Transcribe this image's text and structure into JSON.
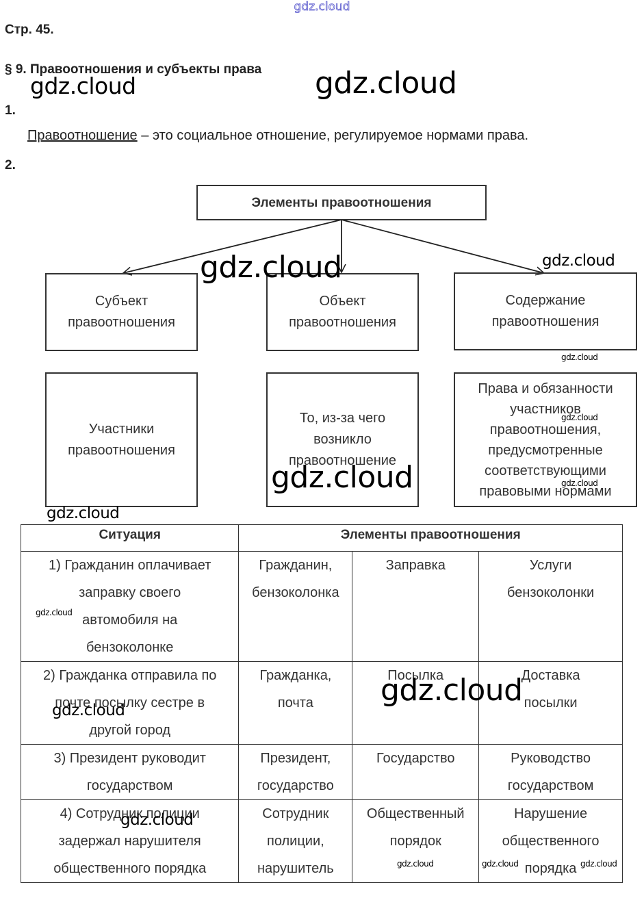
{
  "watermark": "gdz.cloud",
  "page_label": "Стр. 45.",
  "section_title": "§ 9. Правоотношения и субъекты права",
  "task1": {
    "number": "1.",
    "term": "Правоотношение",
    "definition": " – это социальное отношение, регулируемое нормами права."
  },
  "task2": {
    "number": "2.",
    "diagram": {
      "root": "Элементы правоотношения",
      "elements": [
        {
          "title_line1": "Субъект",
          "title_line2": "правоотношения",
          "description": [
            "Участники",
            "правоотношения"
          ]
        },
        {
          "title_line1": "Объект",
          "title_line2": "правоотношения",
          "description": [
            "То, из-за чего",
            "возникло",
            "правоотношение"
          ]
        },
        {
          "title_line1": "Содержание",
          "title_line2": "правоотношения",
          "description": [
            "Права и обязанности",
            "участников",
            "правоотношения,",
            "предусмотренные",
            "соответствующими",
            "правовыми нормами"
          ]
        }
      ]
    }
  },
  "table": {
    "headers": {
      "situation": "Ситуация",
      "elements": "Элементы правоотношения"
    },
    "rows": [
      {
        "situation": [
          "1) Гражданин оплачивает",
          "заправку своего",
          "автомобиля на",
          "бензоколонке"
        ],
        "subject": [
          "Гражданин,",
          "бензоколонка"
        ],
        "object": [
          "Заправка"
        ],
        "content": [
          "Услуги",
          "бензоколонки"
        ]
      },
      {
        "situation": [
          "2) Гражданка отправила по",
          "почте посылку сестре в",
          "другой город"
        ],
        "subject": [
          "Гражданка,",
          "почта"
        ],
        "object": [
          "Посылка"
        ],
        "content": [
          "Доставка",
          "посылки"
        ]
      },
      {
        "situation": [
          "3) Президент руководит",
          "государством"
        ],
        "subject": [
          "Президент,",
          "государство"
        ],
        "object": [
          "Государство"
        ],
        "content": [
          "Руководство",
          "государством"
        ]
      },
      {
        "situation": [
          "4) Сотрудник полиции",
          "задержал нарушителя",
          "общественного порядка"
        ],
        "subject": [
          "Сотрудник",
          "полиции,",
          "нарушитель"
        ],
        "object": [
          "Общественный",
          "порядок"
        ],
        "content": [
          "Нарушение",
          "общественного",
          "порядка"
        ]
      }
    ]
  }
}
